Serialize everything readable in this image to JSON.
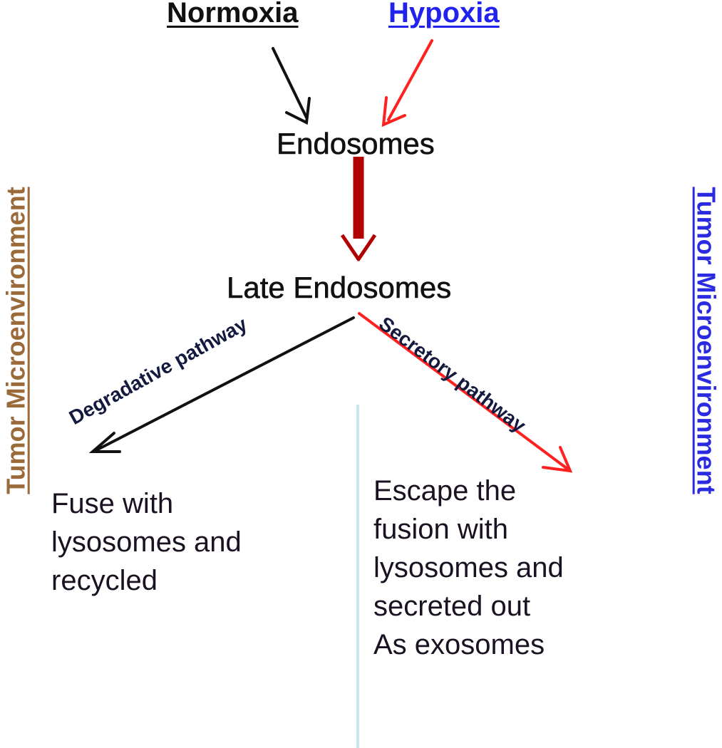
{
  "sources": {
    "normoxia": "Normoxia",
    "hypoxia": "Hypoxia"
  },
  "nodes": {
    "endosomes": "Endosomes",
    "late_endosomes": "Late Endosomes"
  },
  "pathways": {
    "degradative": "Degradative pathway",
    "secretory": "Secretory pathway"
  },
  "outcomes": {
    "degradative": [
      "Fuse with",
      "lysosomes and",
      "recycled"
    ],
    "secretory": [
      "Escape the",
      "fusion with",
      "lysosomes and",
      "secreted out",
      "As exosomes"
    ]
  },
  "side_labels": {
    "left": "Tumor Microenvironment",
    "right": "Tumor Microenvironment"
  },
  "colors": {
    "normoxia": "#111111",
    "hypoxia": "#2222ee",
    "hypoxia_arrow": "#ff2020",
    "main_arrow": "#b00000",
    "degradative_arrow": "#111111",
    "secretory_arrow": "#ff2020",
    "left_side": "#9a6a3a",
    "right_side": "#2a2ae0",
    "divider": "#c8e6ec"
  }
}
